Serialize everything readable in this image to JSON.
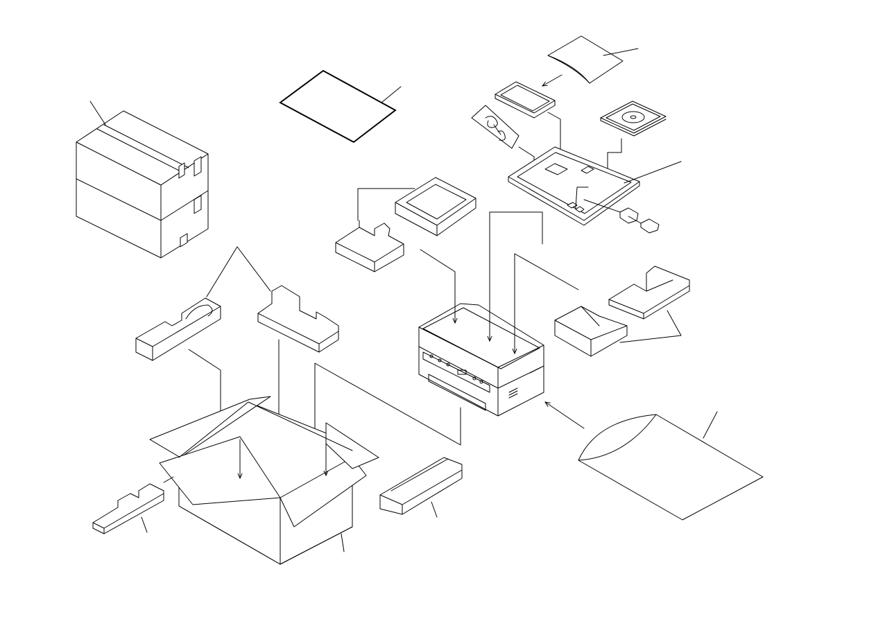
{
  "diagram": {
    "kind": "exploded packing diagram",
    "line_color": "#000000",
    "background": "#ffffff",
    "parts": [
      "shipping-carton-closed",
      "manual-sheet",
      "cable-pouch",
      "document-holder",
      "cd-case",
      "accessory-tray",
      "ink-cartridge",
      "top-foam-frame",
      "top-foam-corner",
      "printer-unit",
      "right-foam-blocks",
      "dust-bag",
      "left-end-cushions",
      "open-carton",
      "side-spacer",
      "front-spacer"
    ]
  }
}
